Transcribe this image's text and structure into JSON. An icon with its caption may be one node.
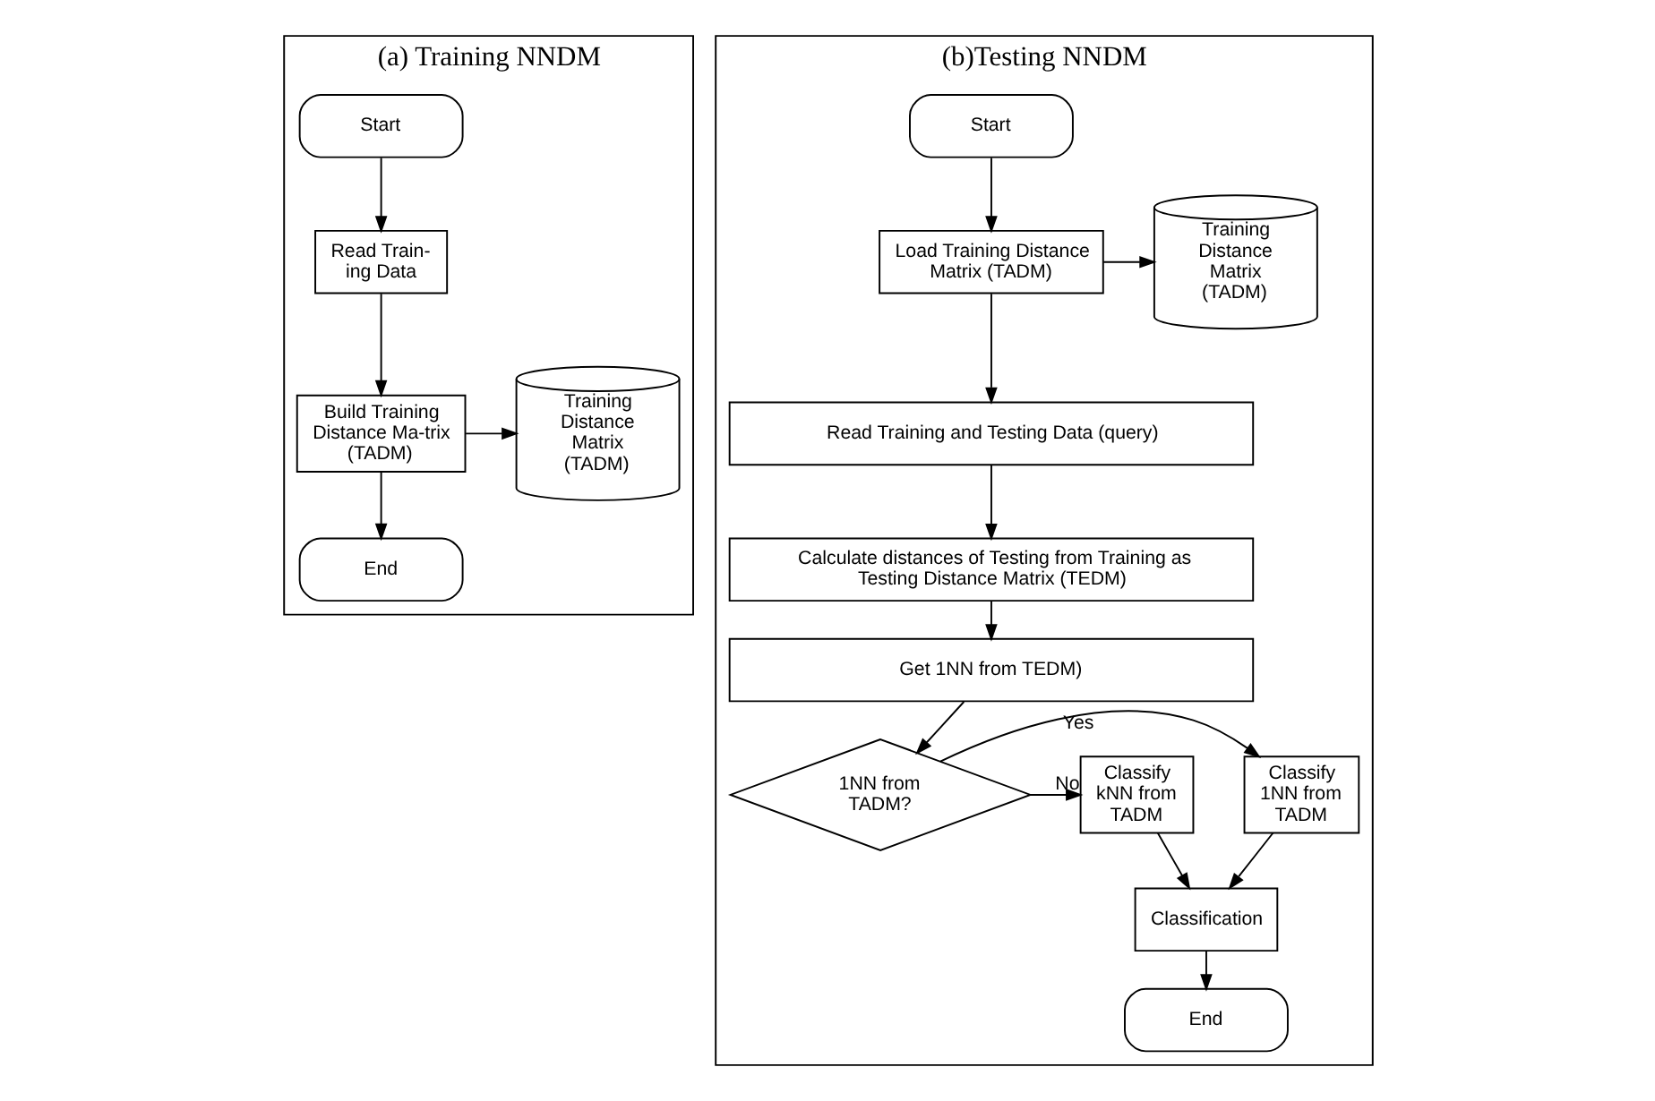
{
  "diagram": {
    "nodes": [
      {
        "text": [
          "(a) Training NNDM"
        ]
      },
      {
        "text": [
          "Start"
        ],
        "in": 0
      },
      {
        "text": [
          "Read Train-ing Data"
        ],
        "in": 0
      },
      {
        "text": [
          "Build Training Distance Ma-trix (TADM)"
        ],
        "in": 0
      },
      {
        "text": [
          "Training Distance Matrix (TADM)"
        ],
        "in": 0
      },
      {
        "text": [
          "End"
        ],
        "in": 0
      },
      {
        "text": [
          "(b)Testing NNDM"
        ]
      },
      {
        "text": [
          "Start"
        ],
        "in": 6
      },
      {
        "text": [
          "Load Training Distance Matrix (TADM)"
        ],
        "in": 6
      },
      {
        "text": [
          "Training Distance Matrix (TADM)"
        ],
        "in": 6
      },
      {
        "text": [
          "Read Training and Testing Data (query)"
        ],
        "in": 6
      },
      {
        "text": [
          "Calculate distances of Testing from Training as Testing Distance Matrix (TEDM)"
        ],
        "in": 6
      },
      {
        "text": [
          "Get 1NN from TEDM)"
        ],
        "in": 6
      },
      {
        "text": [
          "1NN from TADM?"
        ],
        "in": 6
      },
      {
        "text": [
          "Classify 1NN from TADM"
        ],
        "in": 6
      },
      {
        "text": [
          "Classify kNN from TADM"
        ],
        "in": 6
      },
      {
        "text": [
          "Classification"
        ],
        "in": 6
      },
      {
        "text": [
          "End"
        ],
        "in": 6
      }
    ],
    "edges": [
      {
        "from": 1,
        "to": 2,
        "arrow": "to"
      },
      {
        "from": 2,
        "to": 3,
        "arrow": "to"
      },
      {
        "from": 3,
        "to": 4,
        "arrow": "to"
      },
      {
        "from": 3,
        "to": 5,
        "arrow": "to"
      },
      {
        "from": 7,
        "to": 8,
        "arrow": "to"
      },
      {
        "from": 8,
        "to": 9,
        "arrow": "to"
      },
      {
        "from": 8,
        "to": 10,
        "arrow": "to"
      },
      {
        "from": 10,
        "to": 11,
        "arrow": "to"
      },
      {
        "from": 11,
        "to": 12,
        "arrow": "to"
      },
      {
        "from": 12,
        "to": 13,
        "arrow": "to"
      },
      {
        "from": 13,
        "to": 14,
        "label": "Yes",
        "arrow": "to"
      },
      {
        "from": 13,
        "to": 15,
        "label": "No",
        "arrow": "to"
      },
      {
        "from": 14,
        "to": 16,
        "arrow": "to"
      },
      {
        "from": 15,
        "to": 16,
        "arrow": "to"
      },
      {
        "from": 16,
        "to": 17,
        "arrow": "to"
      }
    ]
  }
}
